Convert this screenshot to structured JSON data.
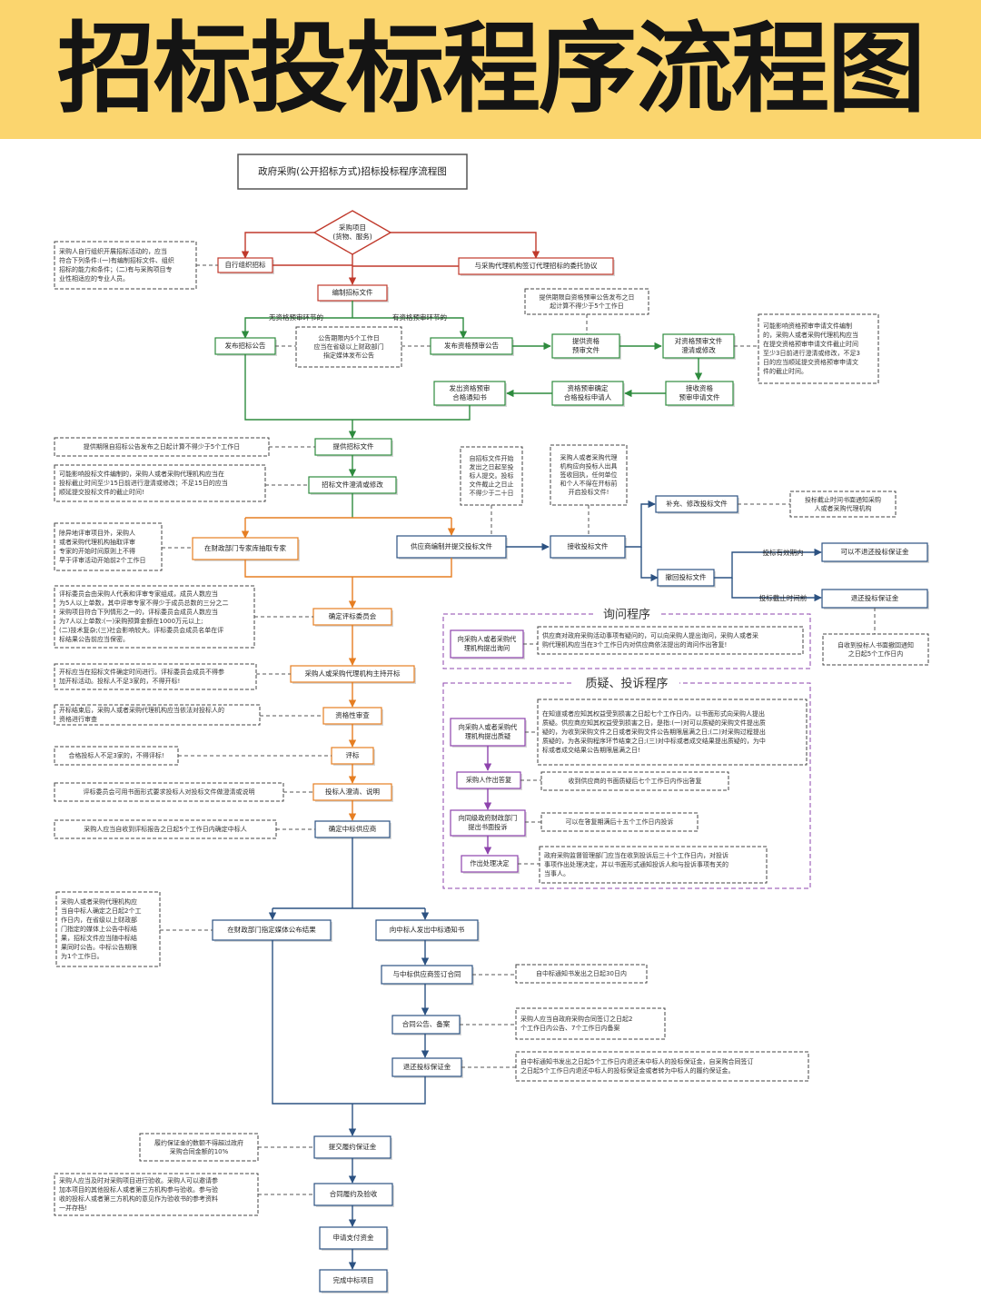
{
  "banner": {
    "title": "招标投标程序流程图"
  },
  "diagram": {
    "title": "政府采购(公开招标方式)招标投标程序流程图",
    "start": [
      "采购项目",
      "(货物、服务)"
    ],
    "procedures": {
      "self_org": "自行组织招标",
      "agency": "与采购代理机构签订代理招标的委托协议",
      "prepare": "编制招标文件",
      "no_prequal": "无资格预审环节的",
      "with_prequal": "有资格预审环节的",
      "tender_notice": "发布招标公告",
      "prequal_notice": "发布资格预审公告",
      "provide_prequal": [
        "提供资格",
        "预审文件"
      ],
      "clarify_prequal": [
        "对资格预审文件",
        "澄清或修改"
      ],
      "receive_prequal": [
        "接收资格",
        "预审申请文件"
      ],
      "determine_pass": [
        "资格预审确定",
        "合格投标申请人"
      ],
      "send_notice": [
        "发出资格预审",
        "合格通知书"
      ],
      "provide_tender": "提供招标文件",
      "clarify_tender": "招标文件澄清或修改",
      "experts": "在财政部门专家库抽取专家",
      "submit_bid": "供应商编制并提交投标文件",
      "receive_bid": "接收投标文件",
      "supplement": "补充、修改投标文件",
      "withdraw": "撤回投标文件",
      "no_refund": "可以不退还投标保证金",
      "refund": "退还投标保证金",
      "valid_period": "投标有效期内",
      "before_deadline": "投标截止时间前",
      "committee": "确定评标委员会",
      "opening": "采购人或采购代理机构主持开标",
      "qual_review": "资格性审查",
      "evaluation": "评标",
      "clarify_bidder": "投标人澄清、说明",
      "determine_winner": "确定中标供应商",
      "publish": "在财政部门指定媒体公布结果",
      "award_notice": "向中标人发出中标通知书",
      "sign_contract": "与中标供应商签订合同",
      "contract_filing": "合同公告、备案",
      "return_deposit": "退还投标保证金",
      "perf_bond": "提交履约保证金",
      "acceptance": "合同履约及验收",
      "payment": "申请支付资金",
      "complete": "完成中标项目"
    },
    "notes": {
      "self_org_cond": [
        "采购人自行组织开展招标活动的，应当",
        "符合下列条件:(一)有编制招标文件、组织",
        "招标的能力和条件；(二)有与采购项目专",
        "业性相适应的专业人员。"
      ],
      "prequal_time": [
        "提供期限自资格预审公告发布之日",
        "起计算不得少于5个工作日"
      ],
      "notice_period": [
        "公告期限内5个工作日",
        "应当在省级以上财政部门",
        "指定媒体发布公告"
      ],
      "prequal_clarify": [
        "可能影响资格预审申请文件编制",
        "的，采购人或者采购代理机构应当",
        "在提交资格预审申请文件截止时间",
        "至少3日前进行澄清或修改，不足3",
        "日的应当顺延提交资格预审申请文",
        "件的截止时间。"
      ],
      "tender_time": "提供期限自招标公告发布之日起计算不得少于5个工作日",
      "tender_clarify": [
        "可能影响投标文件编制的，采购人或者采购代理机构应当在",
        "投标截止时间至少15日前进行澄清或修改；不足15日的应当",
        "顺延提交投标文件的截止时间!"
      ],
      "bid_deadline": [
        "自招标文件开始",
        "发出之日起至投",
        "标人提交。投标",
        "文件截止之日止",
        "不得少于二十日"
      ],
      "sign_receipt": [
        "采购人或者采购代理",
        "机构应向投标人出具",
        "签收回执，任何单位",
        "和个人不得在开标前",
        "开启投标文件!"
      ],
      "withdraw_notify": [
        "投标截止时间书面通知采购",
        "人或者采购代理机构"
      ],
      "expert_time": [
        "除异地评审项目外，采购人",
        "或者采购代理机构抽取评审",
        "专家的开始时间原则上不得",
        "早于评审活动开始前2个工作日"
      ],
      "committee_rule": [
        "评标委员会由采购人代表和评审专家组成，成员人数应当",
        "为5人以上单数，其中评审专家不得少于成员总数的三分之二",
        "采购项目符合下列情形之一的，评标委员会成员人数应当",
        "为7人以上单数:(一)采购预算金额在1000万元以上;",
        "(二)技术复杂;(三)社会影响较大。评标委员会成员名单在评",
        "标结果公告前应当保密。"
      ],
      "opening_rule": [
        "开标应当在招标文件确定时间进行。评标委员会成员不得参",
        "加开标活动。投标人不足3家的，不得开标!"
      ],
      "qual_rule": [
        "开标结束后，采购人或者采购代理机构应当依法对投标人的",
        "资格进行审查"
      ],
      "eval_rule": "合格投标人不足3家的，不得评标!",
      "clarify_rule": "评标委员会可用书面形式要求投标人对投标文件做澄清或说明",
      "winner_rule": "采购人应当自收到评标报告之日起5个工作日内确定中标人",
      "refund_rule": [
        "自收到投标人书面撤回通知",
        "之日起5个工作日内"
      ],
      "publish_rule": [
        "采购人或者采购代理机构应",
        "当自中标人确定之日起2个工",
        "作日内，在省级以上财政部",
        "门指定的媒体上公告中标结",
        "果，招标文件应当随中标结",
        "果同时公告。中标公告期限",
        "为1个工作日。"
      ],
      "contract_time": "自中标通知书发出之日起30日内",
      "filing_time": [
        "采购人应当自政府采购合同签订之日起2",
        "个工作日内公告、7个工作日内备案"
      ],
      "deposit_time": [
        "自中标通知书发出之日起5个工作日内退还未中标人的投标保证金，自采购合同签订",
        "之日起5个工作日内退还中标人的投标保证金或者转为中标人的履约保证金。"
      ],
      "bond_rule": [
        "履约保证金的数额不得超过政府",
        "采购合同金额的10%"
      ],
      "accept_rule": [
        "采购人应当及时对采购项目进行验收。采购人可以邀请参",
        "加本项目的其他投标人或者第三方机构参与验收。参与验",
        "收的投标人或者第三方机构的意见作为验收书的参考资料",
        "一并存档!"
      ]
    },
    "inquiry": {
      "title": "询问程序",
      "step": [
        "向采购人或者采购代",
        "理机构提出询问"
      ],
      "note": [
        "供应商对政府采购活动事项有疑问的，可以向采购人提出询问，采购人或者采",
        "购代理机构应当在3个工作日内对供应商依法提出的询问作出答复!"
      ]
    },
    "complaint": {
      "title": "质疑、投诉程序",
      "step1": [
        "向采购人或者采购代",
        "理机构提出质疑"
      ],
      "note1": [
        "在知道或者应知其权益受到损害之日起七个工作日内，以书面形式向采购人提出",
        "质疑。供应商应知其权益受到损害之日，是指:(一)对可以质疑的采购文件提出质",
        "疑的，为收到采购文件之日或者采购文件公告期限届满之日;(二)对采购过程提出",
        "质疑的，为各采购程序环节结束之日;(三)对中标或者成交结果提出质疑的，为中",
        "标或者成交结果公告期限届满之日!"
      ],
      "step2": "采购人作出答复",
      "note2": "收到供应商的书面质疑后七个工作日内作出答复",
      "step3": [
        "向同级政府财政部门",
        "提出书面投诉"
      ],
      "note3": "可以在答复期满后十五个工作日内投诉",
      "step4": "作出处理决定",
      "note4": [
        "政府采购监督管理部门应当在收到投诉后三十个工作日内，对投诉",
        "事项作出处理决定，并以书面形式通知投诉人和与投诉事项有关的",
        "当事人。"
      ]
    }
  },
  "colors": {
    "banner": "#FBD56E",
    "start_border": "#C0392B",
    "red": "#C0392B",
    "green": "#2E8B3E",
    "orange": "#E67E22",
    "blue": "#2C5282",
    "purple": "#8E44AD",
    "gray": "#555555"
  }
}
